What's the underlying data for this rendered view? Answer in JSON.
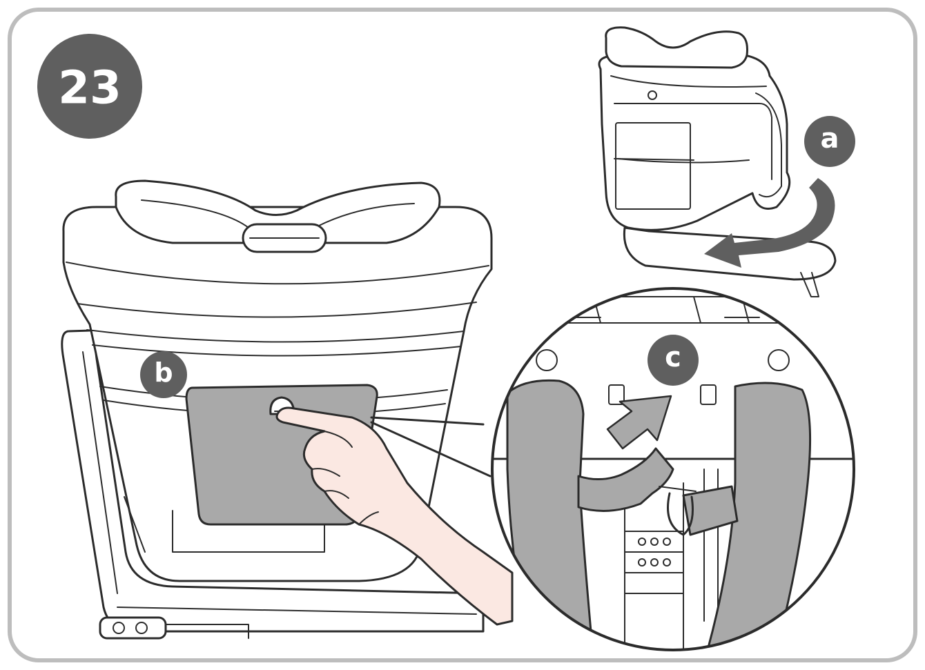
{
  "step": {
    "number": "23"
  },
  "callouts": {
    "a": "a",
    "b": "b",
    "c": "c"
  },
  "colors": {
    "badge": "#5f5f5f",
    "frame": "#bdbdbd",
    "panel": "#a9a9a9",
    "line": "#2b2b2b",
    "skin": "#fbe8e2"
  }
}
